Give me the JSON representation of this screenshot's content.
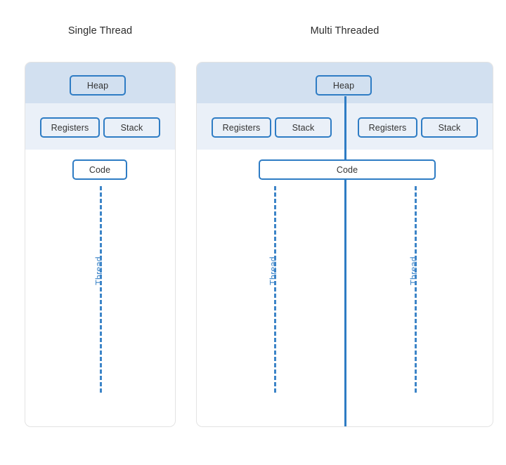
{
  "diagram": {
    "title_single": "Single Thread",
    "title_multi": "Multi Threaded",
    "labels": {
      "heap": "Heap",
      "registers": "Registers",
      "stack": "Stack",
      "code": "Code",
      "thread": "Thread"
    },
    "colors": {
      "box_border": "#2e7cc4",
      "band_heap": "#d2e0f0",
      "band_registers": "#eaf0f8",
      "thread_line": "#3d85c8",
      "panel_border": "#e3e3e3",
      "text": "#2b2b2b",
      "background": "#ffffff"
    },
    "single_thread": {
      "heap": "Heap",
      "registers": "Registers",
      "stack": "Stack",
      "code": "Code",
      "threads": [
        {
          "label": "Thread"
        }
      ]
    },
    "multi_threaded": {
      "heap": "Heap",
      "code": "Code",
      "thread_columns": [
        {
          "registers": "Registers",
          "stack": "Stack",
          "label": "Thread"
        },
        {
          "registers": "Registers",
          "stack": "Stack",
          "label": "Thread"
        }
      ]
    }
  }
}
